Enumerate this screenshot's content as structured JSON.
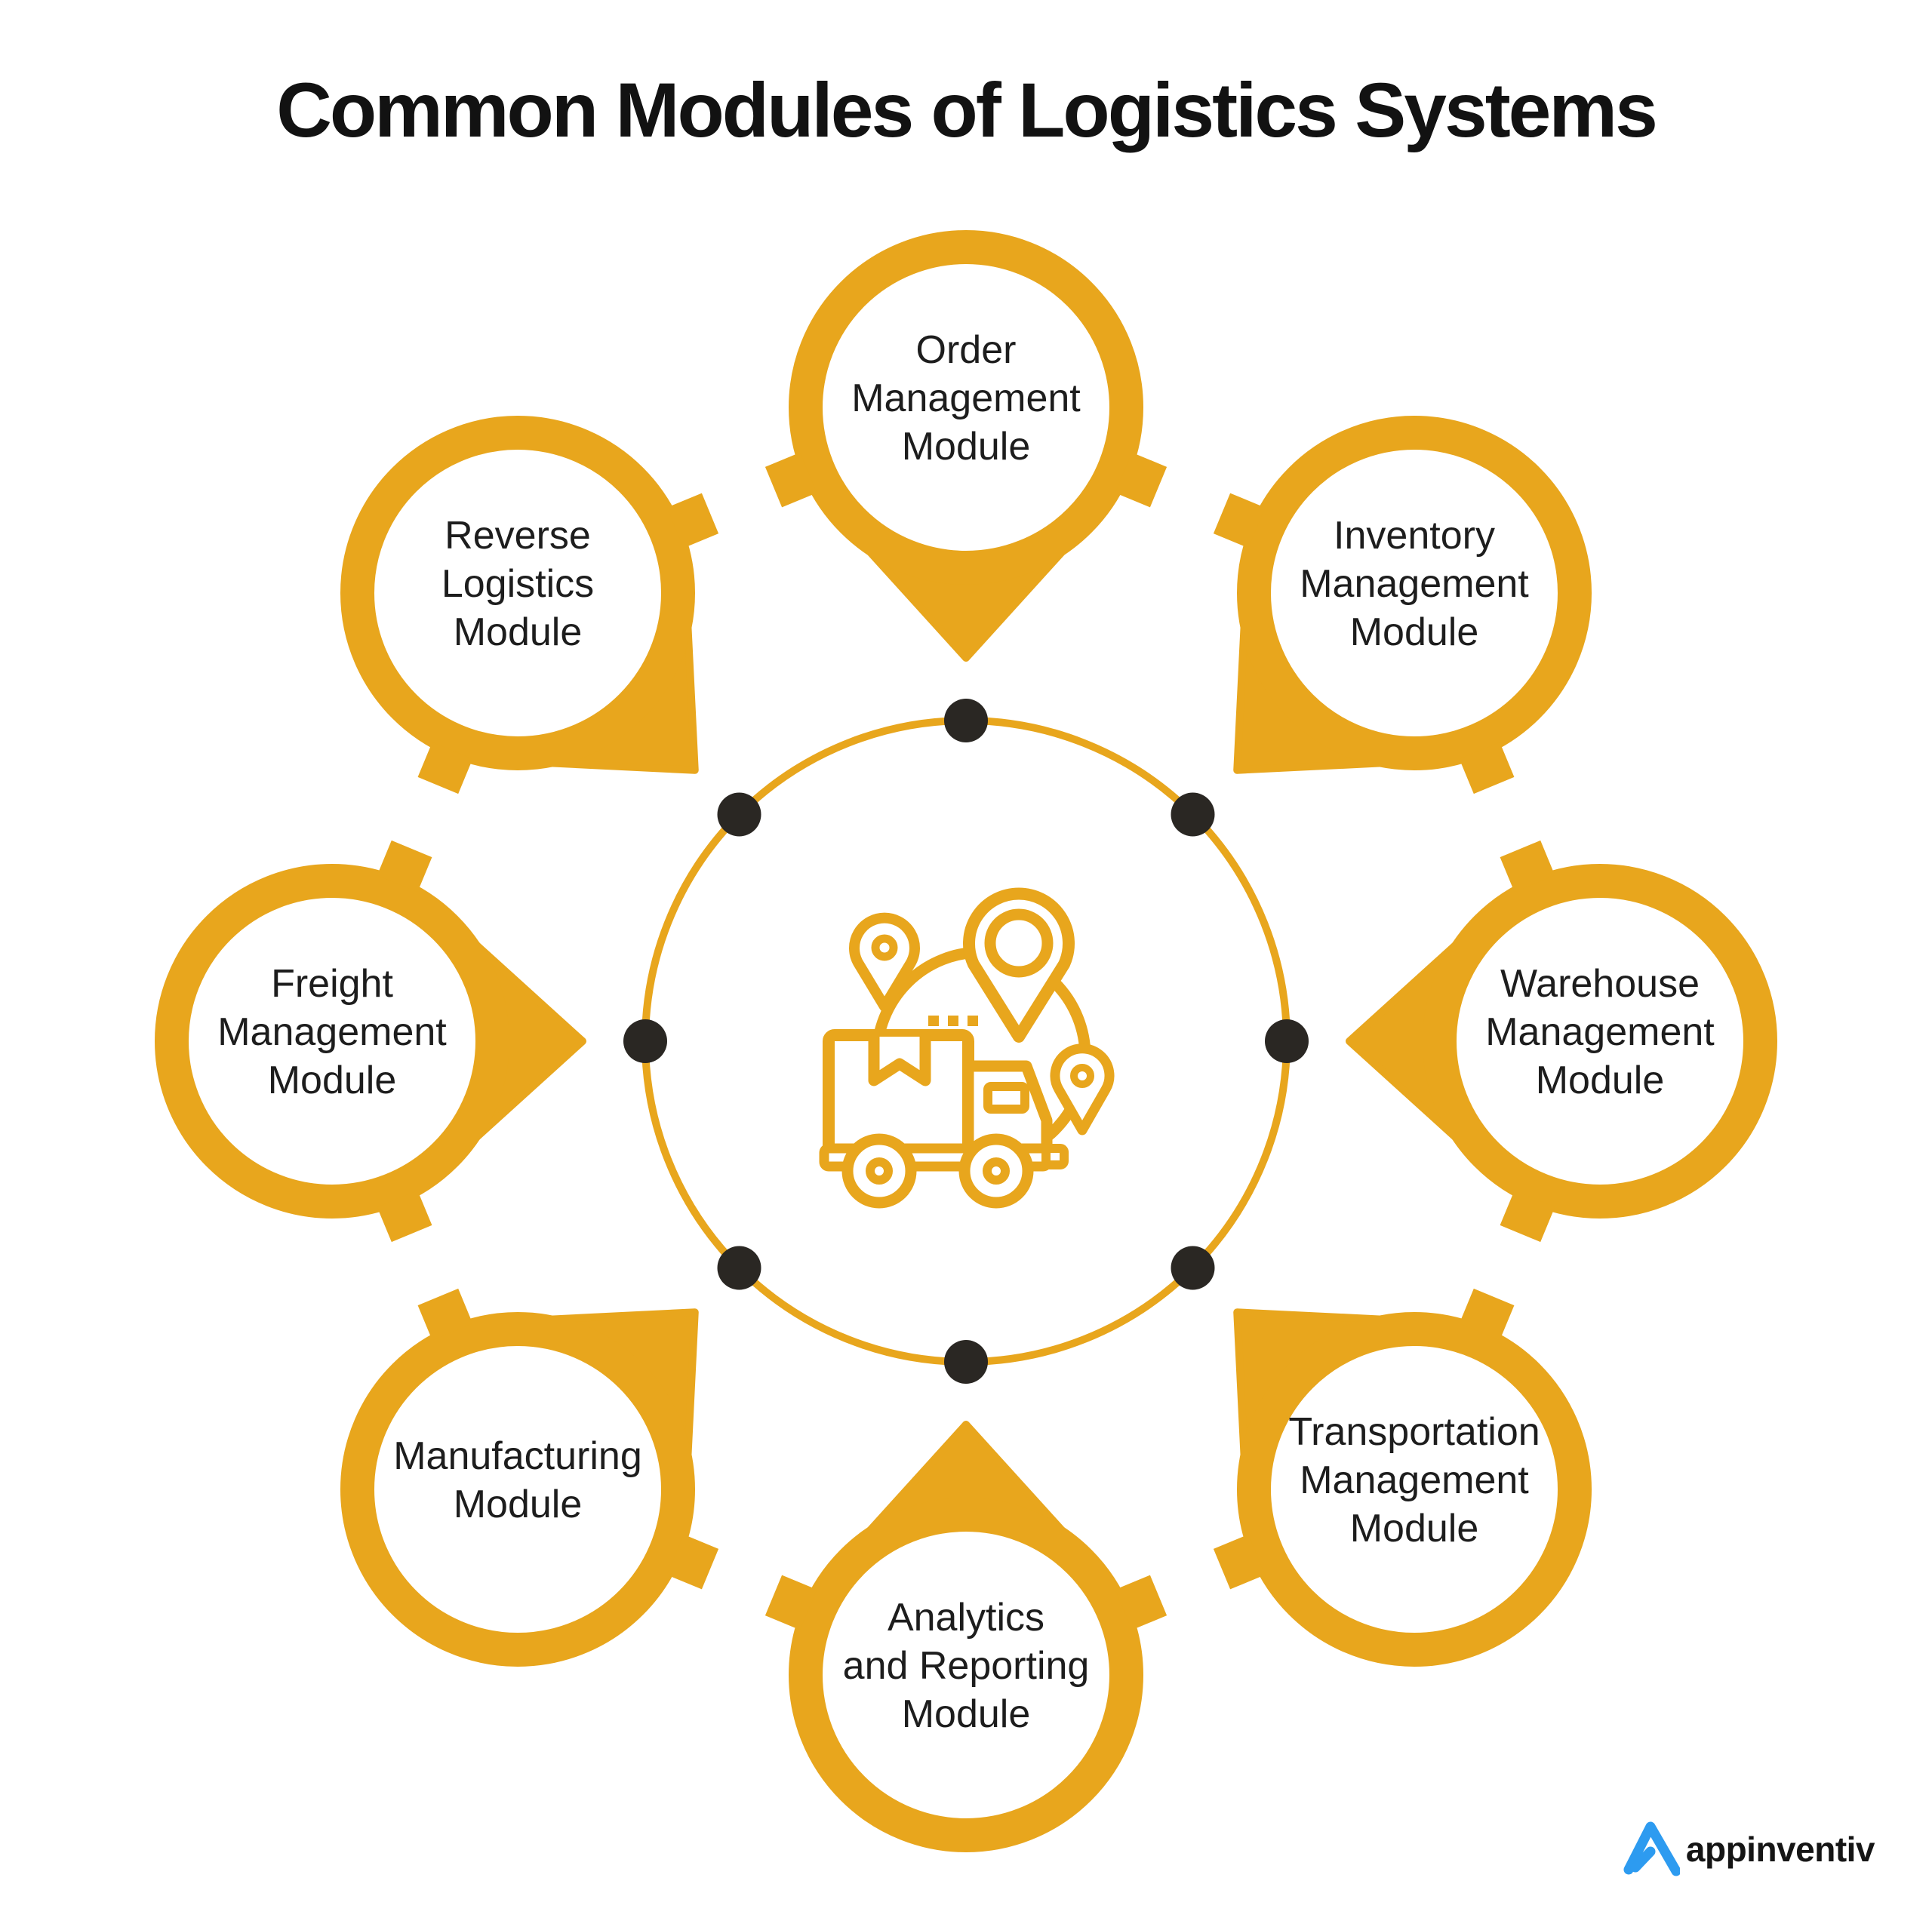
{
  "title": "Common Modules of Logistics Systems",
  "colors": {
    "amber": "#E8A61D",
    "ink": "#1D1D1D",
    "titleInk": "#121212",
    "dot": "#2A2723",
    "blue": "#2D9BF0",
    "brandInk": "#151515"
  },
  "hub": {
    "icon": "delivery-truck-with-location-pins-icon"
  },
  "nodes": [
    {
      "id": "order-management",
      "lines": [
        "Order",
        "Management",
        "Module"
      ]
    },
    {
      "id": "inventory-management",
      "lines": [
        "Inventory",
        "Management",
        "Module"
      ]
    },
    {
      "id": "warehouse-management",
      "lines": [
        "Warehouse",
        "Management",
        "Module"
      ]
    },
    {
      "id": "transportation-management",
      "lines": [
        "Transportation",
        "Management",
        "Module"
      ]
    },
    {
      "id": "analytics-reporting",
      "lines": [
        "Analytics",
        "and Reporting",
        "Module"
      ]
    },
    {
      "id": "manufacturing",
      "lines": [
        "Manufacturing",
        "Module"
      ]
    },
    {
      "id": "freight-management",
      "lines": [
        "Freight",
        "Management",
        "Module"
      ]
    },
    {
      "id": "reverse-logistics",
      "lines": [
        "Reverse",
        "Logistics",
        "Module"
      ]
    }
  ],
  "footer": {
    "brand": "appinventiv"
  }
}
